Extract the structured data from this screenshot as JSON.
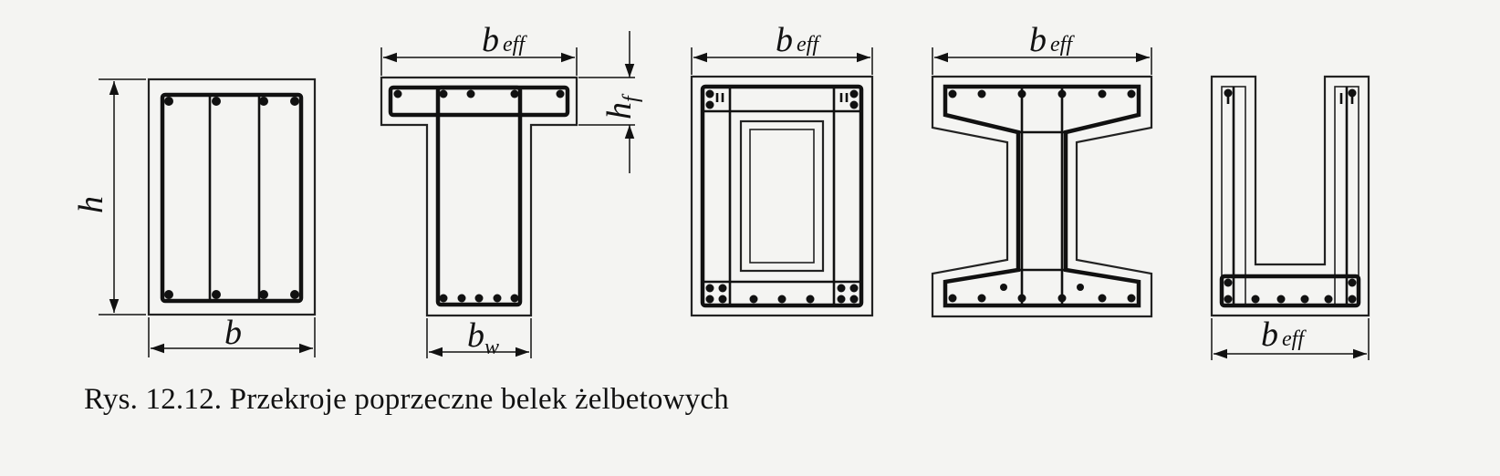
{
  "caption": "Rys. 12.12. Przekroje poprzeczne belek żelbetowych",
  "labels": {
    "h": "h",
    "b": "b",
    "b_main": "b",
    "b_sub_w": "w",
    "b_sub_eff": "eff",
    "h_main": "h",
    "h_sub_f": "f"
  },
  "sections": [
    "rectangular",
    "T-section",
    "box",
    "I-section",
    "U-section"
  ]
}
